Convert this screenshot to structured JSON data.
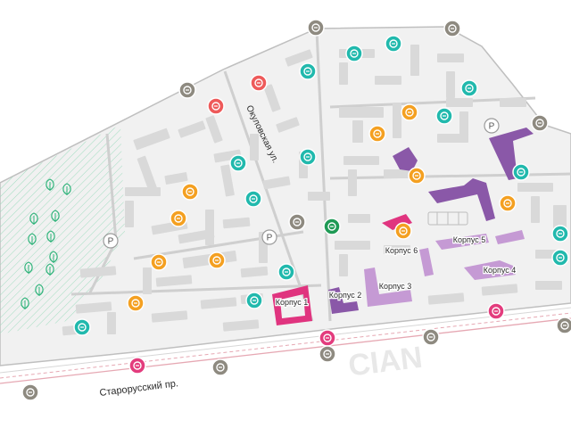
{
  "streets": {
    "okulovskaya": "Окуловская ул.",
    "starorussky": "Старорусский пр."
  },
  "buildings": [
    {
      "label": "Корпус 1",
      "color": "#e0347f"
    },
    {
      "label": "Корпус 2",
      "color": "#8a58a8"
    },
    {
      "label": "Корпус 3",
      "color": "#c59ad4"
    },
    {
      "label": "Корпус 4",
      "color": "#c59ad4"
    },
    {
      "label": "Корпус 5",
      "color": "#c59ad4"
    },
    {
      "label": "Корпус 6",
      "color": "#e0347f"
    }
  ],
  "parking_glyph": "P",
  "watermark": "CIAN",
  "colors": {
    "building_gray": "#d9d9d9",
    "paved": "#f1f1f1",
    "road": "#c9c9c9",
    "park": "#2fb37a",
    "teal_marker": "#21b9ad",
    "orange_marker": "#f4a021",
    "red_marker": "#ee5a5a",
    "green_marker": "#1f9a55",
    "pink_marker": "#e33c7d",
    "gray_marker": "#8e8a80",
    "rail": "#e6a8b3"
  },
  "markers": {
    "teal": "school-icon",
    "orange": "kindergarten-icon",
    "red": "pharmacy-icon",
    "green": "shop-icon",
    "pink": "bus-icon",
    "gray": "entrance-icon"
  }
}
